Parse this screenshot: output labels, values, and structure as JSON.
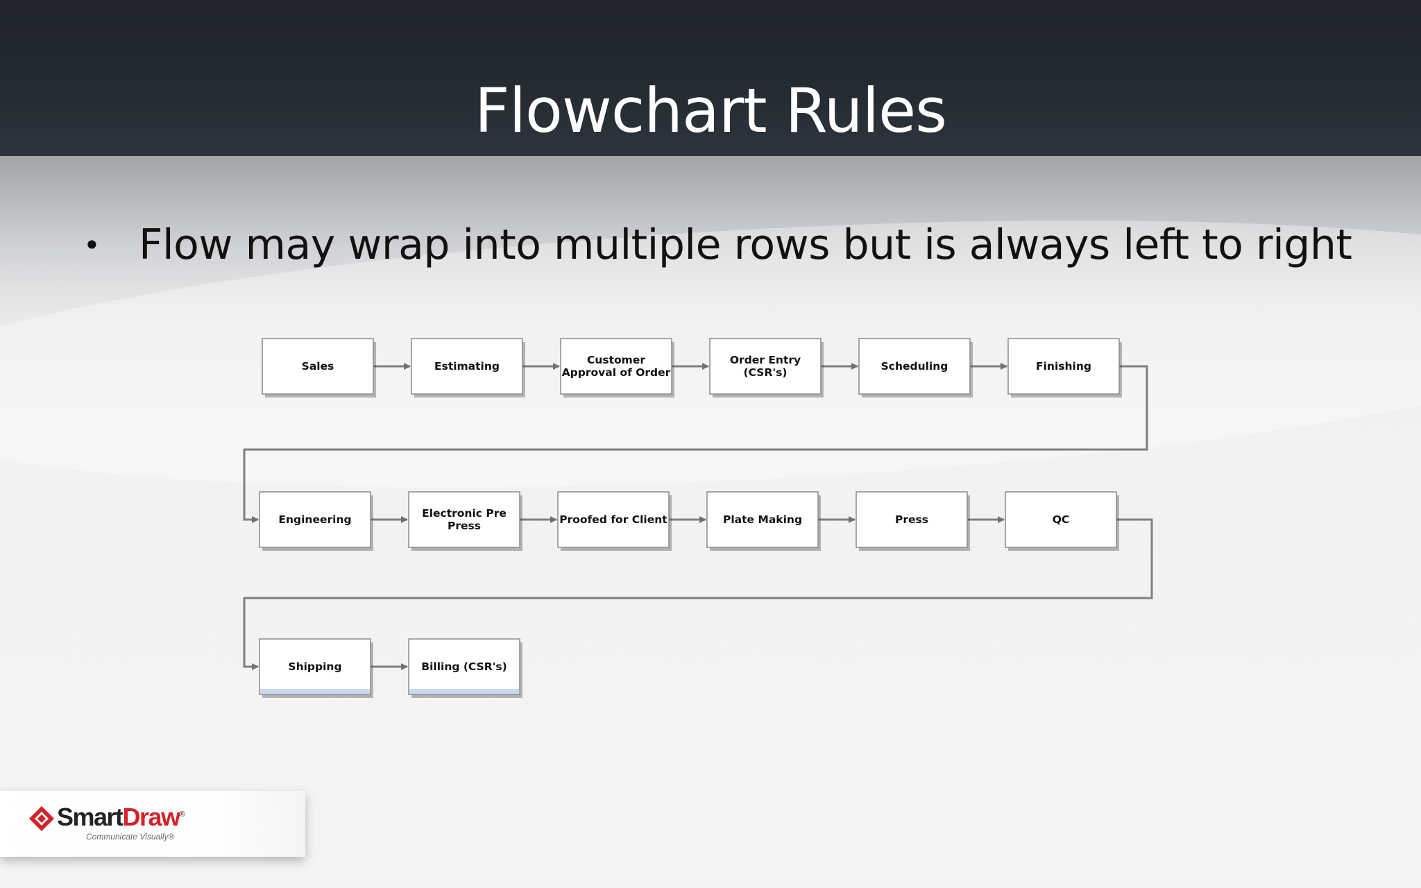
{
  "slide": {
    "title": "Flowchart Rules",
    "bullet_symbol": "•",
    "bullet": "Flow may wrap into multiple rows but is always left to right"
  },
  "flowchart": {
    "rows": [
      [
        {
          "label": [
            "Sales"
          ]
        },
        {
          "label": [
            "Estimating"
          ]
        },
        {
          "label": [
            "Customer",
            "Approval of Order"
          ]
        },
        {
          "label": [
            "Order Entry",
            "(CSR's)"
          ]
        },
        {
          "label": [
            "Scheduling"
          ]
        },
        {
          "label": [
            "Finishing"
          ]
        }
      ],
      [
        {
          "label": [
            "Engineering"
          ]
        },
        {
          "label": [
            "Electronic Pre",
            "Press"
          ]
        },
        {
          "label": [
            "Proofed for Client"
          ]
        },
        {
          "label": [
            "Plate Making"
          ]
        },
        {
          "label": [
            "Press"
          ]
        },
        {
          "label": [
            "QC"
          ]
        }
      ],
      [
        {
          "label": [
            "Shipping"
          ]
        },
        {
          "label": [
            "Billing (CSR's)"
          ]
        }
      ]
    ],
    "direction": "left-to-right",
    "wrap": true
  },
  "logo": {
    "name_part1": "Smart",
    "name_part2": "Draw",
    "trademark": "®",
    "tagline": "Communicate Visually",
    "tagline_mark": "®",
    "colors": {
      "brand": "#d3222a",
      "text": "#222222"
    }
  }
}
